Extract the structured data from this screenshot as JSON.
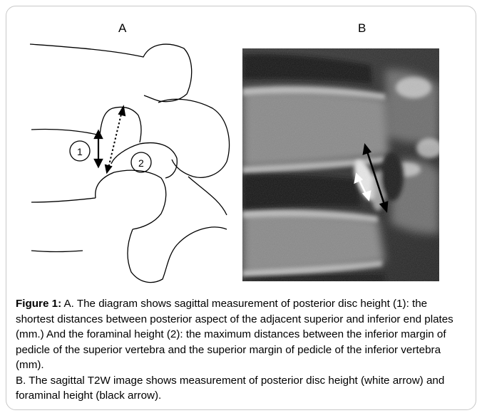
{
  "panels": {
    "a_label": "A",
    "b_label": "B",
    "diagram_marker_1": "1",
    "diagram_marker_2": "2"
  },
  "caption": {
    "figure_label": "Figure 1:",
    "paragraph_a": "A. The diagram shows sagittal measurement of  posterior disc height (1): the shortest distances between posterior aspect of the adjacent superior and inferior end plates (mm.) And the foraminal height (2): the maximum distances between the inferior margin of pedicle of the superior vertebra and the superior margin of pedicle of the inferior vertebra (mm).",
    "paragraph_b": "B. The sagittal T2W image shows measurement of posterior disc height (white arrow) and foraminal height (black arrow)."
  },
  "colors": {
    "frame_border": "#c8c8c8",
    "white_arrow": "#ffffff",
    "black_arrow": "#000000"
  }
}
